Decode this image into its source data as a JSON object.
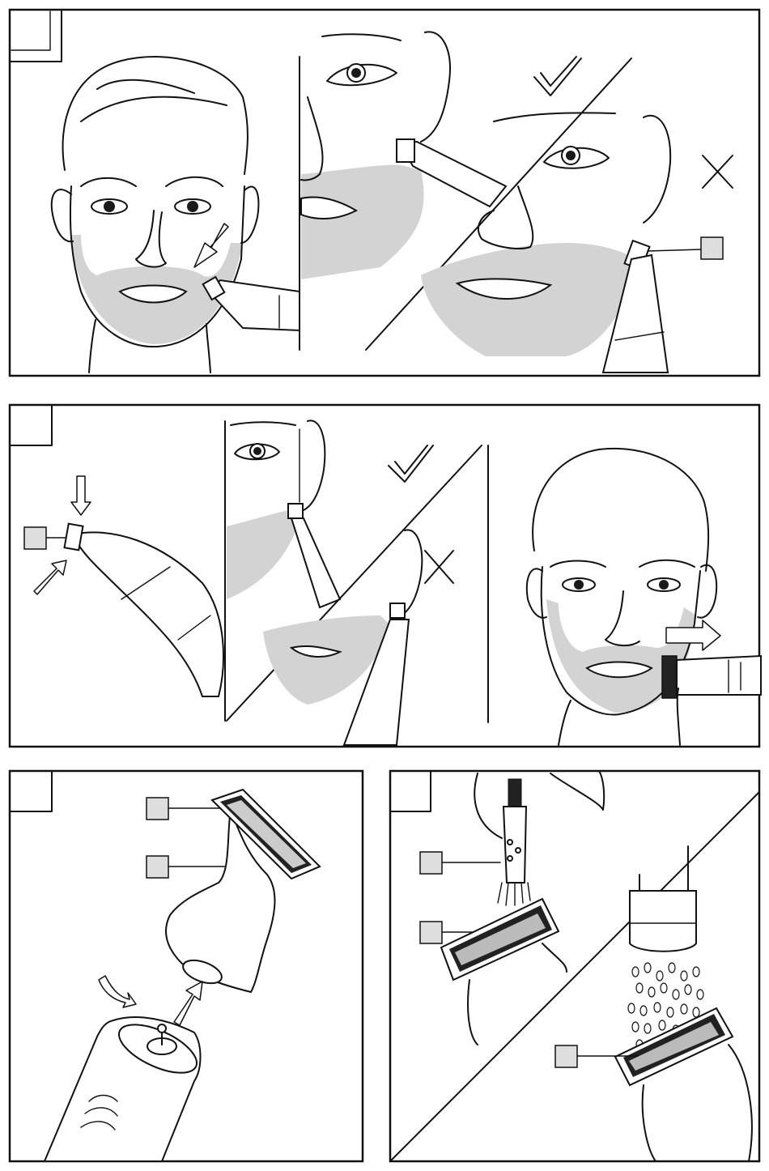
{
  "panels": [
    {
      "id": "step-1",
      "check_icon": "check-mark-icon",
      "cross_icon": "cross-mark-icon",
      "callouts": 1
    },
    {
      "id": "step-2",
      "check_icon": "check-mark-icon",
      "cross_icon": "cross-mark-icon",
      "callouts": 1
    },
    {
      "id": "step-3",
      "callouts": 2
    },
    {
      "id": "step-4",
      "callouts": 3
    }
  ],
  "colors": {
    "line": "#111111",
    "beard_shade": "#d3d3d3",
    "callout_fill": "#dedede",
    "background": "#ffffff"
  }
}
